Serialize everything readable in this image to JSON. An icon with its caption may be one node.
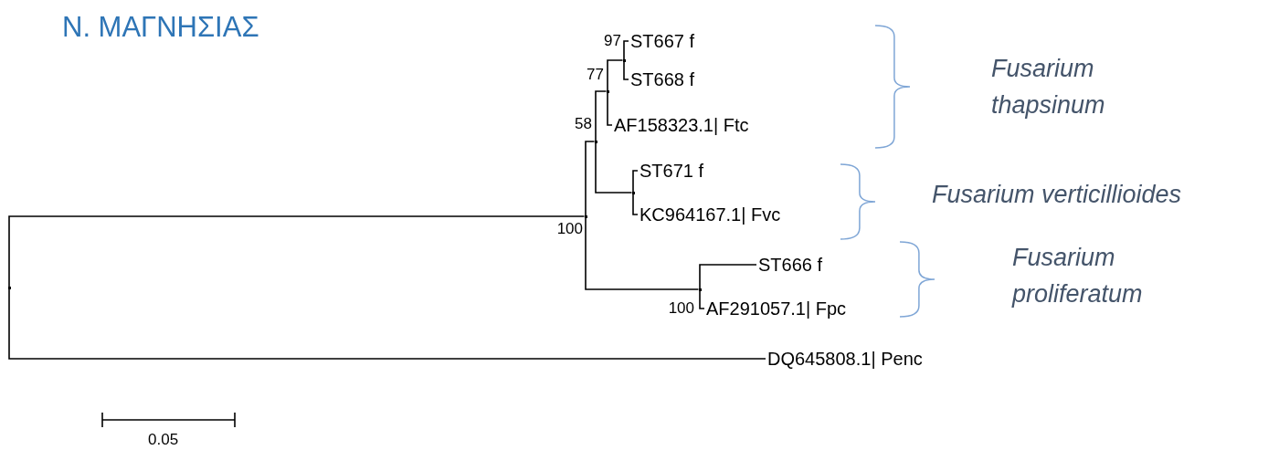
{
  "diagram": {
    "title": "Ν. ΜΑΓΝΗΣΙΑΣ",
    "nodes": [
      {
        "text": [],
        "shape": "point"
      },
      {
        "text": [],
        "shape": "point",
        "beside": [
          "100"
        ]
      },
      {
        "text": [],
        "shape": "point",
        "beside": [
          "58"
        ]
      },
      {
        "text": [],
        "shape": "point",
        "beside": [
          "77"
        ]
      },
      {
        "text": [],
        "shape": "point",
        "beside": [
          "97"
        ]
      },
      {
        "text": [
          "ST667 f"
        ]
      },
      {
        "text": [
          "ST668 f"
        ]
      },
      {
        "text": [
          "AF158323.1| Ftc"
        ]
      },
      {
        "text": [],
        "shape": "point"
      },
      {
        "text": [
          "ST671 f"
        ]
      },
      {
        "text": [
          "KC964167.1| Fvc"
        ]
      },
      {
        "text": [],
        "shape": "point",
        "beside": [
          "100"
        ]
      },
      {
        "text": [
          "ST666 f"
        ]
      },
      {
        "text": [
          "AF291057.1| Fpc"
        ]
      },
      {
        "text": [
          "DQ645808.1| Penc"
        ]
      }
    ],
    "edges": [
      {
        "from": 0,
        "to": 1,
        "arrow": "none"
      },
      {
        "from": 0,
        "to": 14,
        "arrow": "none"
      },
      {
        "from": 1,
        "to": 2,
        "arrow": "none"
      },
      {
        "from": 1,
        "to": 11,
        "arrow": "none"
      },
      {
        "from": 2,
        "to": 3,
        "arrow": "none"
      },
      {
        "from": 2,
        "to": 8,
        "arrow": "none"
      },
      {
        "from": 3,
        "to": 4,
        "arrow": "none"
      },
      {
        "from": 3,
        "to": 7,
        "arrow": "none"
      },
      {
        "from": 4,
        "to": 5,
        "arrow": "none"
      },
      {
        "from": 4,
        "to": 6,
        "arrow": "none"
      },
      {
        "from": 8,
        "to": 9,
        "arrow": "none"
      },
      {
        "from": 8,
        "to": 10,
        "arrow": "none"
      },
      {
        "from": 11,
        "to": 12,
        "arrow": "none"
      },
      {
        "from": 11,
        "to": 13,
        "arrow": "none"
      }
    ],
    "labels": [
      "Fusarium thapsinum",
      "Fusarium verticillioides",
      "Fusarium proliferatum",
      "0.05"
    ]
  }
}
